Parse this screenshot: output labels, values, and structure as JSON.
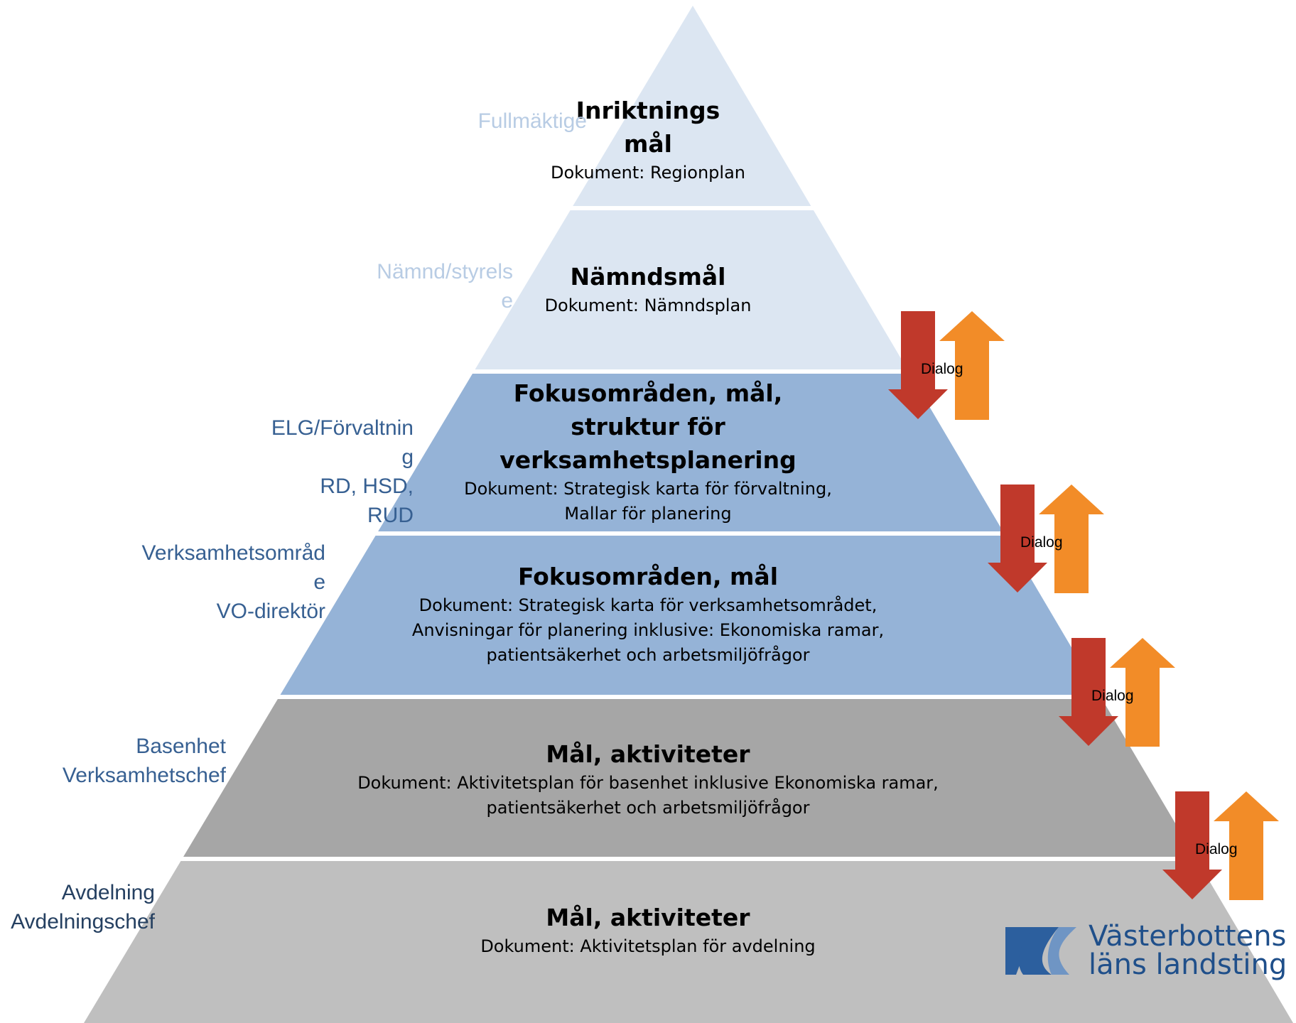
{
  "tiers": [
    {
      "title": "Inriktnings\nmål",
      "document": "Dokument: Regionplan",
      "color": "#dce6f2"
    },
    {
      "title": "Nämndsmål",
      "document": "Dokument: Nämndsplan",
      "color": "#dce6f2"
    },
    {
      "title": "Fokusområden, mål,\nstruktur för\nverksamhetsplanering",
      "document": "Dokument: Strategisk karta för förvaltning,\nMallar för planering",
      "color": "#95b3d7"
    },
    {
      "title": "Fokusområden, mål",
      "document": "Dokument: Strategisk karta för verksamhetsområdet,\nAnvisningar för planering inklusive: Ekonomiska ramar,\npatientsäkerhet och arbetsmiljöfrågor",
      "color": "#95b3d7"
    },
    {
      "title": "Mål, aktiviteter",
      "document": "Dokument: Aktivitetsplan för basenhet inklusive Ekonomiska ramar,\npatientsäkerhet och arbetsmiljöfrågor",
      "color": "#a6a6a6"
    },
    {
      "title": "Mål, aktiviteter",
      "document": "Dokument: Aktivitetsplan för avdelning",
      "color": "#bfbfbf"
    }
  ],
  "roles": [
    {
      "text": "Fullmäktige",
      "color": "#b8cce4"
    },
    {
      "text": "Nämnd/styrels\ne",
      "color": "#b8cce4"
    },
    {
      "text": "ELG/Förvaltnin\ng\nRD, HSD,\nRUD",
      "color": "#376092"
    },
    {
      "text": "Verksamhetsområd\ne\nVO-direktör",
      "color": "#376092"
    },
    {
      "text": "Basenhet\nVerksamhetschef",
      "color": "#376092"
    },
    {
      "text": "Avdelning\nAvdelningschef",
      "color": "#254061"
    }
  ],
  "dialog_label": "Dialog",
  "dialog_count": 4,
  "arrow_colors": {
    "down": "#c0392b",
    "up": "#f28c28"
  },
  "logo": {
    "line1": "Västerbottens",
    "line2": "läns landsting",
    "color": "#1f4f8a"
  }
}
